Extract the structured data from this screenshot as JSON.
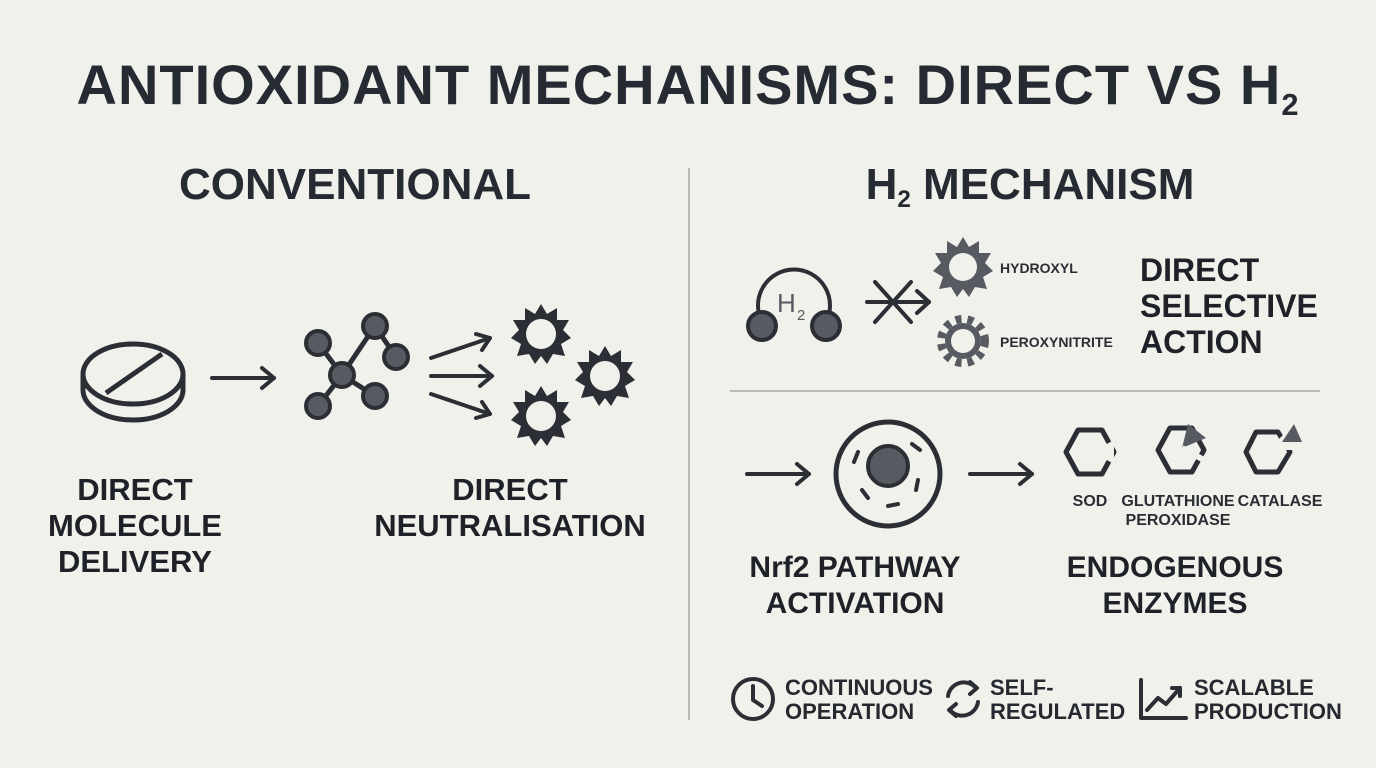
{
  "title": {
    "main": "ANTIOXIDANT MECHANISMS: DIRECT VS H",
    "sub": "2"
  },
  "left": {
    "heading": "CONVENTIONAL",
    "step1_label": "DIRECT\nMOLECULE\nDELIVERY",
    "step2_label": "DIRECT\nNEUTRALISATION"
  },
  "right": {
    "heading_prefix": "H",
    "heading_sub": "2",
    "heading_suffix": " MECHANISM",
    "molecule_text": "H",
    "molecule_sub": "2",
    "radical1": "HYDROXYL",
    "radical2": "PEROXYNITRITE",
    "direct_action": "DIRECT\nSELECTIVE\nACTION",
    "enzymes": [
      "SOD",
      "GLUTATHIONE\nPEROXIDASE",
      "CATALASE"
    ],
    "pathway_label": "Nrf2 PATHWAY\nACTIVATION",
    "enzymes_label": "ENDOGENOUS\nENZYMES",
    "features": [
      {
        "icon": "clock-icon",
        "label": "CONTINUOUS\nOPERATION"
      },
      {
        "icon": "cycle-icon",
        "label": "SELF-\nREGULATED"
      },
      {
        "icon": "chart-up-icon",
        "label": "SCALABLE\nPRODUCTION"
      }
    ]
  },
  "colors": {
    "icon_fill": "#575a60",
    "stroke": "#2b2e34",
    "divider": "#b9bab5",
    "background": "#f1f1ec"
  }
}
